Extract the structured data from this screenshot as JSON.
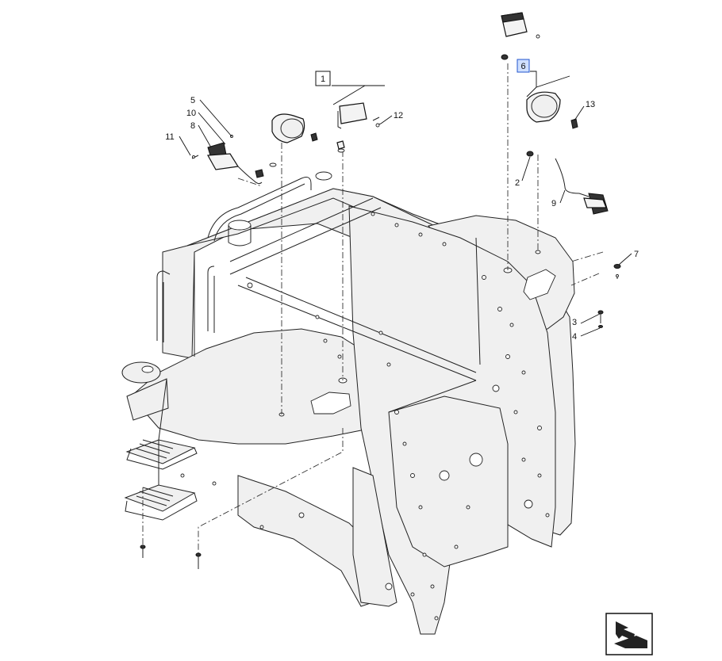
{
  "callouts": {
    "c1": "1",
    "c2": "2",
    "c3": "3",
    "c4": "4",
    "c5": "5",
    "c6": "6",
    "c7": "7",
    "c8": "8",
    "c9": "9",
    "c10": "10",
    "c11": "11",
    "c12": "12",
    "c13": "13"
  },
  "icons": {
    "navigation": "return-arrow-icon"
  }
}
